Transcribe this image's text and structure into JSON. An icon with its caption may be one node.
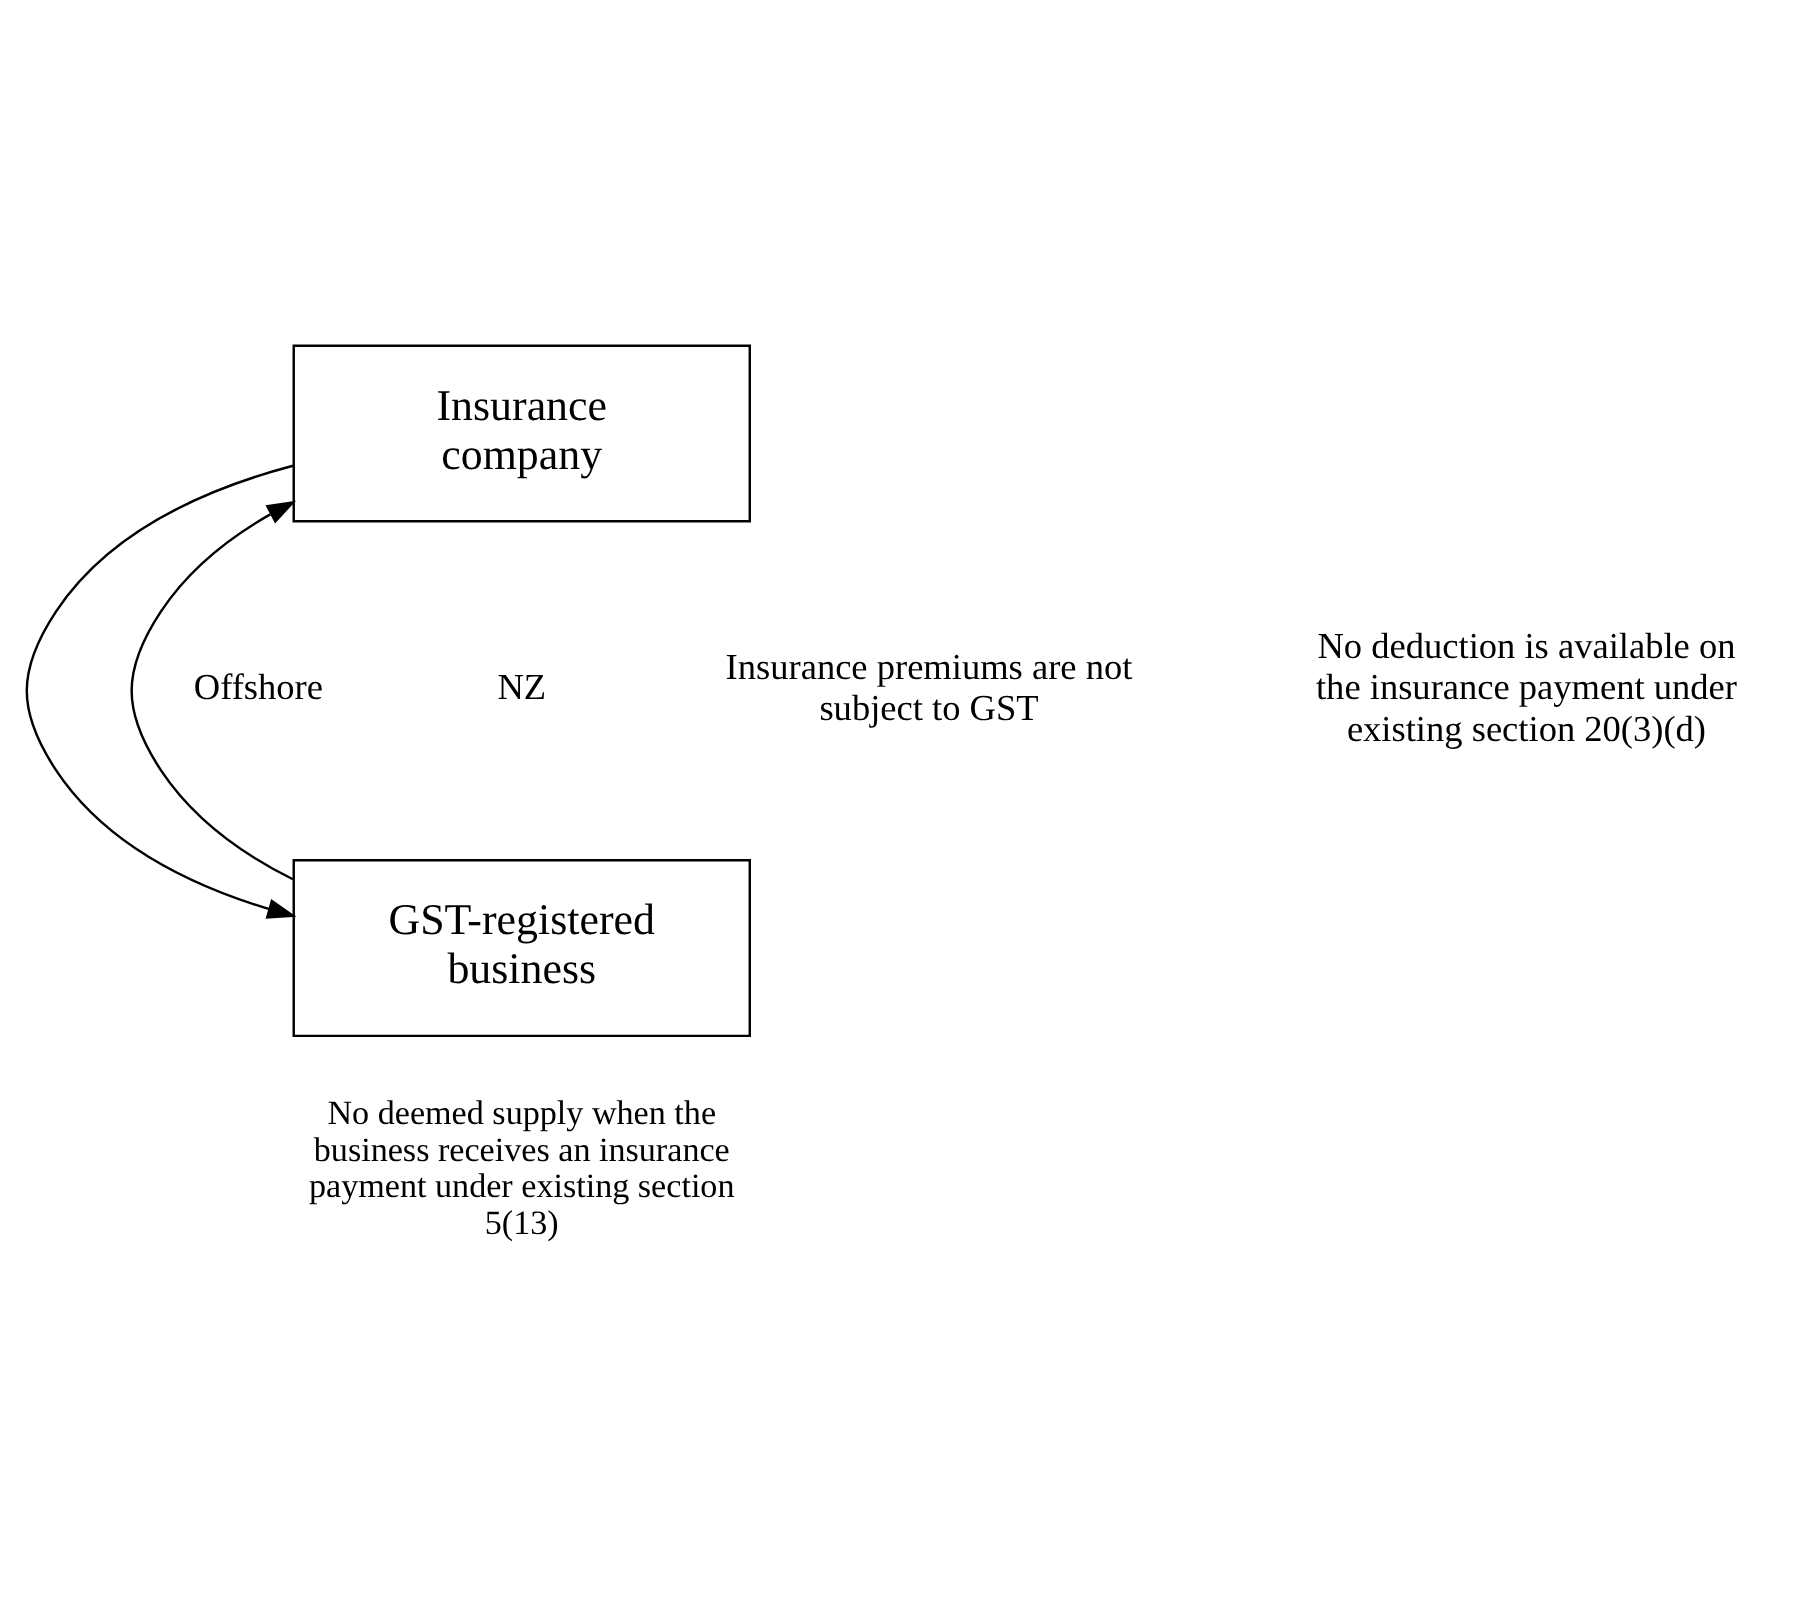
{
  "diagram": {
    "nodes": [
      {
        "text": [
          "Insurance company"
        ]
      },
      {
        "text": [
          "GST-registered business"
        ],
        "beside": [
          "No deemed supply when the business receives an insurance payment under existing section 5(13)"
        ]
      }
    ],
    "edges": [
      {
        "from": 1,
        "to": 0,
        "arrow": "to"
      },
      {
        "from": 0,
        "to": 1,
        "arrow": "to"
      }
    ],
    "labels": [
      "No deduction is available on the insurance payment under existing section 20(3)(d)",
      "Offshore",
      "NZ",
      "Insurance premiums are not subject to GST"
    ]
  }
}
